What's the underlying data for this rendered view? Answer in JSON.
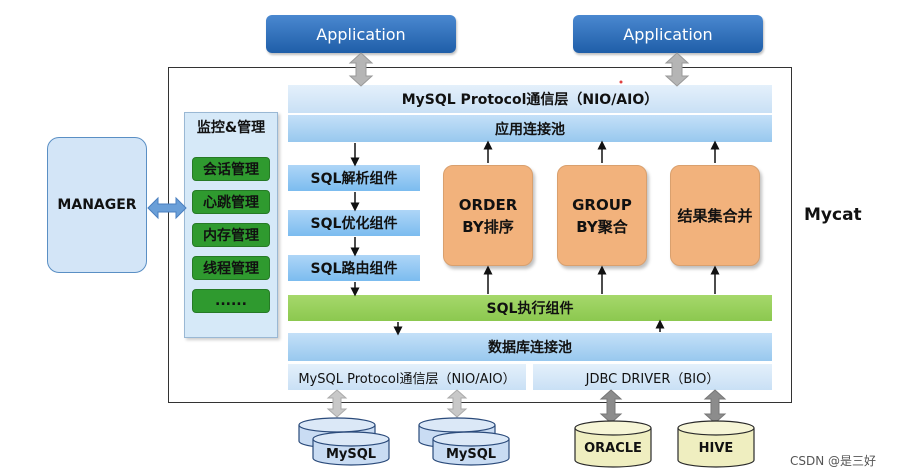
{
  "applications": [
    "Application",
    "Application"
  ],
  "mycat_label": "Mycat",
  "manager_label": "MANAGER",
  "protocol_top": "MySQL Protocol通信层（NIO/AIO）",
  "app_pool": "应用连接池",
  "sql_components": [
    "SQL解析组件",
    "SQL优化组件",
    "SQL路由组件"
  ],
  "orange_boxes": [
    "ORDER BY排序",
    "GROUP BY聚合",
    "结果集合并"
  ],
  "exec_bar": "SQL执行组件",
  "db_pool": "数据库连接池",
  "protocol_bottom": "MySQL Protocol通信层（NIO/AIO）",
  "jdbc_driver": "JDBC DRIVER（BIO）",
  "monitor_title": "监控&管理",
  "monitor_items": [
    "会话管理",
    "心跳管理",
    "内存管理",
    "线程管理",
    "......"
  ],
  "databases": [
    "MySQL",
    "MySQL",
    "ORACLE",
    "HIVE"
  ],
  "watermark": "CSDN @是三好",
  "colors": {
    "app_blue": "#2a6ab8",
    "orange": "#f2b27c",
    "green_bar": "#9ad05c",
    "green_item": "#2f9a2f",
    "db_mysql": "#c9dcf3",
    "db_oracle": "#efeec0",
    "arrow_gray": "#b5b5b5",
    "arrow_dark": "#8c8c8c"
  }
}
